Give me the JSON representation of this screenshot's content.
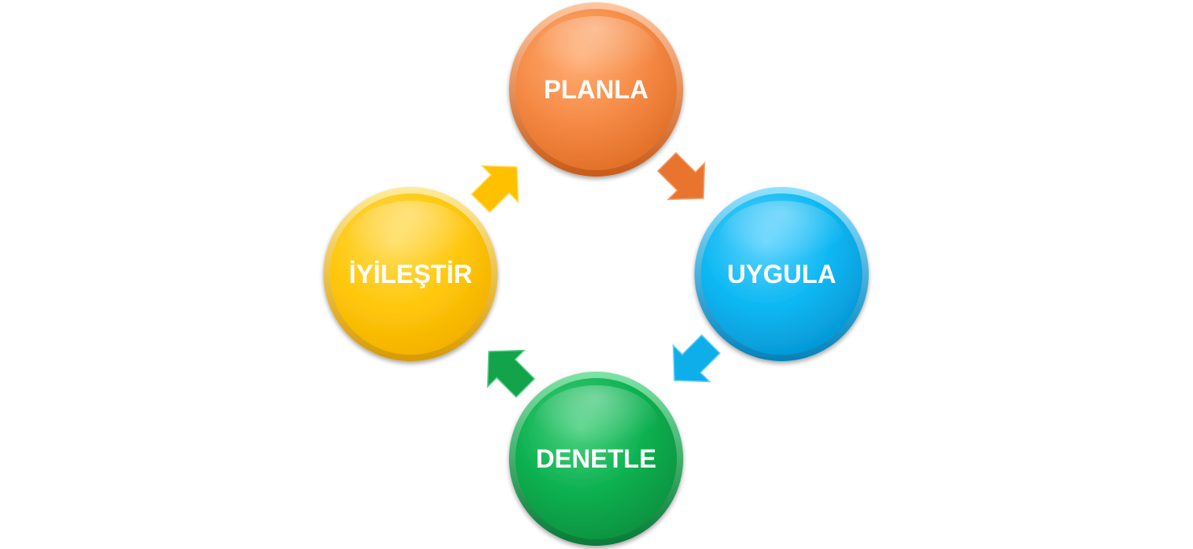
{
  "diagram": {
    "type": "cycle",
    "nodes": [
      {
        "id": "planla",
        "label": "PLANLA",
        "color": "#F58A45"
      },
      {
        "id": "uygula",
        "label": "UYGULA",
        "color": "#0BB7F2"
      },
      {
        "id": "denetle",
        "label": "DENETLE",
        "color": "#0BB04F"
      },
      {
        "id": "iyilestir",
        "label": "İYİLEŞTİR",
        "color": "#FFC70A"
      }
    ],
    "arrows": [
      {
        "from": "planla",
        "to": "uygula",
        "color": "#E8742E",
        "icon": "arrow-down-right-icon"
      },
      {
        "from": "uygula",
        "to": "denetle",
        "color": "#0EAEEB",
        "icon": "arrow-down-left-icon"
      },
      {
        "from": "denetle",
        "to": "iyilestir",
        "color": "#12A34B",
        "icon": "arrow-up-left-icon"
      },
      {
        "from": "iyilestir",
        "to": "planla",
        "color": "#FFC000",
        "icon": "arrow-up-right-icon"
      }
    ]
  }
}
